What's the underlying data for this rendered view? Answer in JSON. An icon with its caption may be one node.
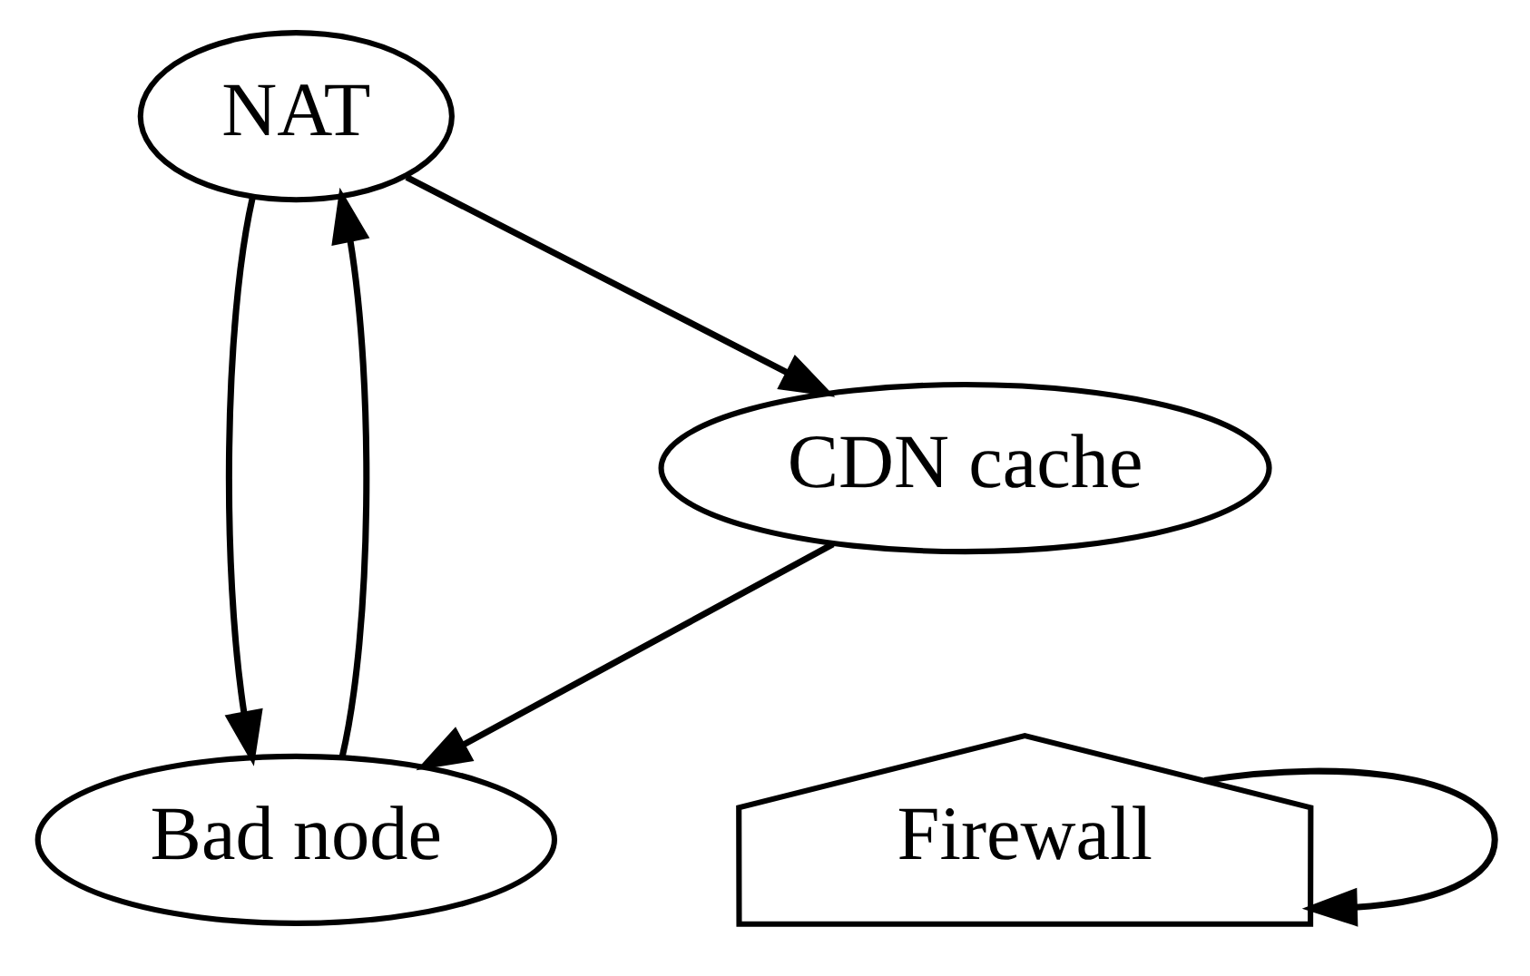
{
  "diagram": {
    "nodes": [
      {
        "text": [
          "NAT"
        ]
      },
      {
        "text": [
          "Bad node"
        ]
      },
      {
        "text": [
          "Firewall"
        ]
      },
      {
        "text": [
          "CDN cache"
        ]
      }
    ],
    "edges": [
      {
        "from": 0,
        "to": 1,
        "arrow": "to"
      },
      {
        "from": 1,
        "to": 0,
        "arrow": "to"
      },
      {
        "from": 0,
        "to": 3,
        "arrow": "to"
      },
      {
        "from": 3,
        "to": 1,
        "arrow": "to"
      },
      {
        "from": 2,
        "to": 2,
        "arrow": "to"
      }
    ]
  }
}
